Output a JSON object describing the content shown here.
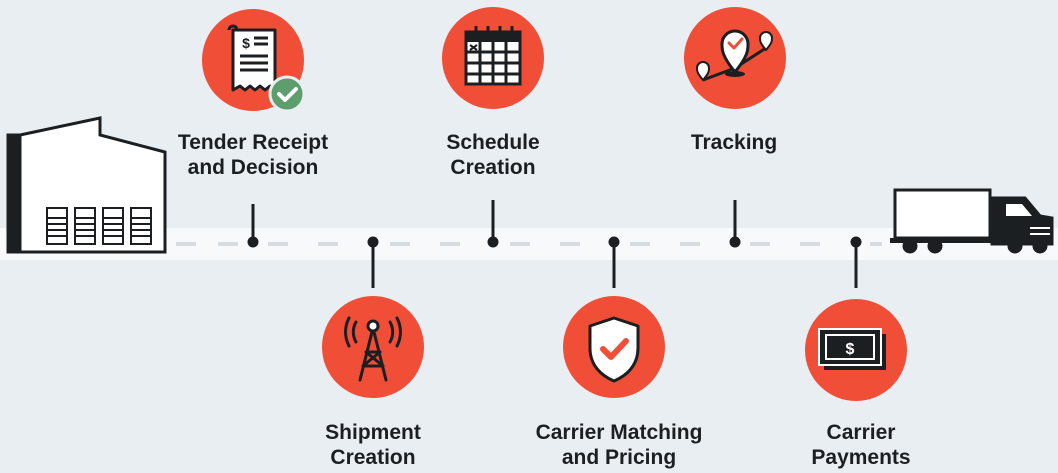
{
  "steps": [
    {
      "line1": "Tender Receipt",
      "line2": "and Decision",
      "icon": "receipt-check-icon"
    },
    {
      "line1": "Shipment",
      "line2": "Creation",
      "icon": "radio-tower-icon"
    },
    {
      "line1": "Schedule",
      "line2": "Creation",
      "icon": "calendar-icon"
    },
    {
      "line1": "Carrier Matching",
      "line2": "and Pricing",
      "icon": "shield-check-icon"
    },
    {
      "line1": "Tracking",
      "line2": "",
      "icon": "map-route-pin-icon"
    },
    {
      "line1": "Carrier",
      "line2": "Payments",
      "icon": "dollar-bill-icon"
    }
  ],
  "colors": {
    "accent": "#f04e37",
    "background": "#e9eef2",
    "ink": "#1c1f22",
    "check": "#5e9e6d",
    "road": "#f7f9fa",
    "dash": "#d6dce1"
  }
}
